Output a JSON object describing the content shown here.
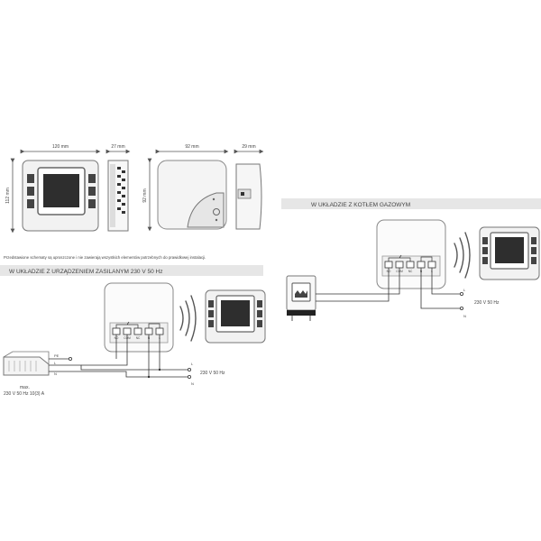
{
  "dimensions": {
    "front_width": "120 mm",
    "side_depth": "27 mm",
    "receiver_width": "92 mm",
    "receiver_depth": "29 mm",
    "front_height": "112 mm",
    "receiver_height": "92 mm"
  },
  "note": "Przedstawione schematy są uproszczone i nie zawierają wszystkich elementów potrzebnych do prawidłowej instalacji.",
  "sections": {
    "power_device": "W UKŁADZIE Z URZĄDZENIEM ZASILANYM 230 V 50 Hz",
    "gas_boiler": "W UKŁADZIE Z KOTŁEM GAZOWYM"
  },
  "terminals": [
    "NO",
    "COM",
    "NC",
    "N",
    "L"
  ],
  "wires": {
    "pe": "PE",
    "l": "L",
    "n": "N"
  },
  "supply": "230 V 50 Hz",
  "max_label": "max.",
  "max_value": "230 V 50 Hz 10(3) A"
}
